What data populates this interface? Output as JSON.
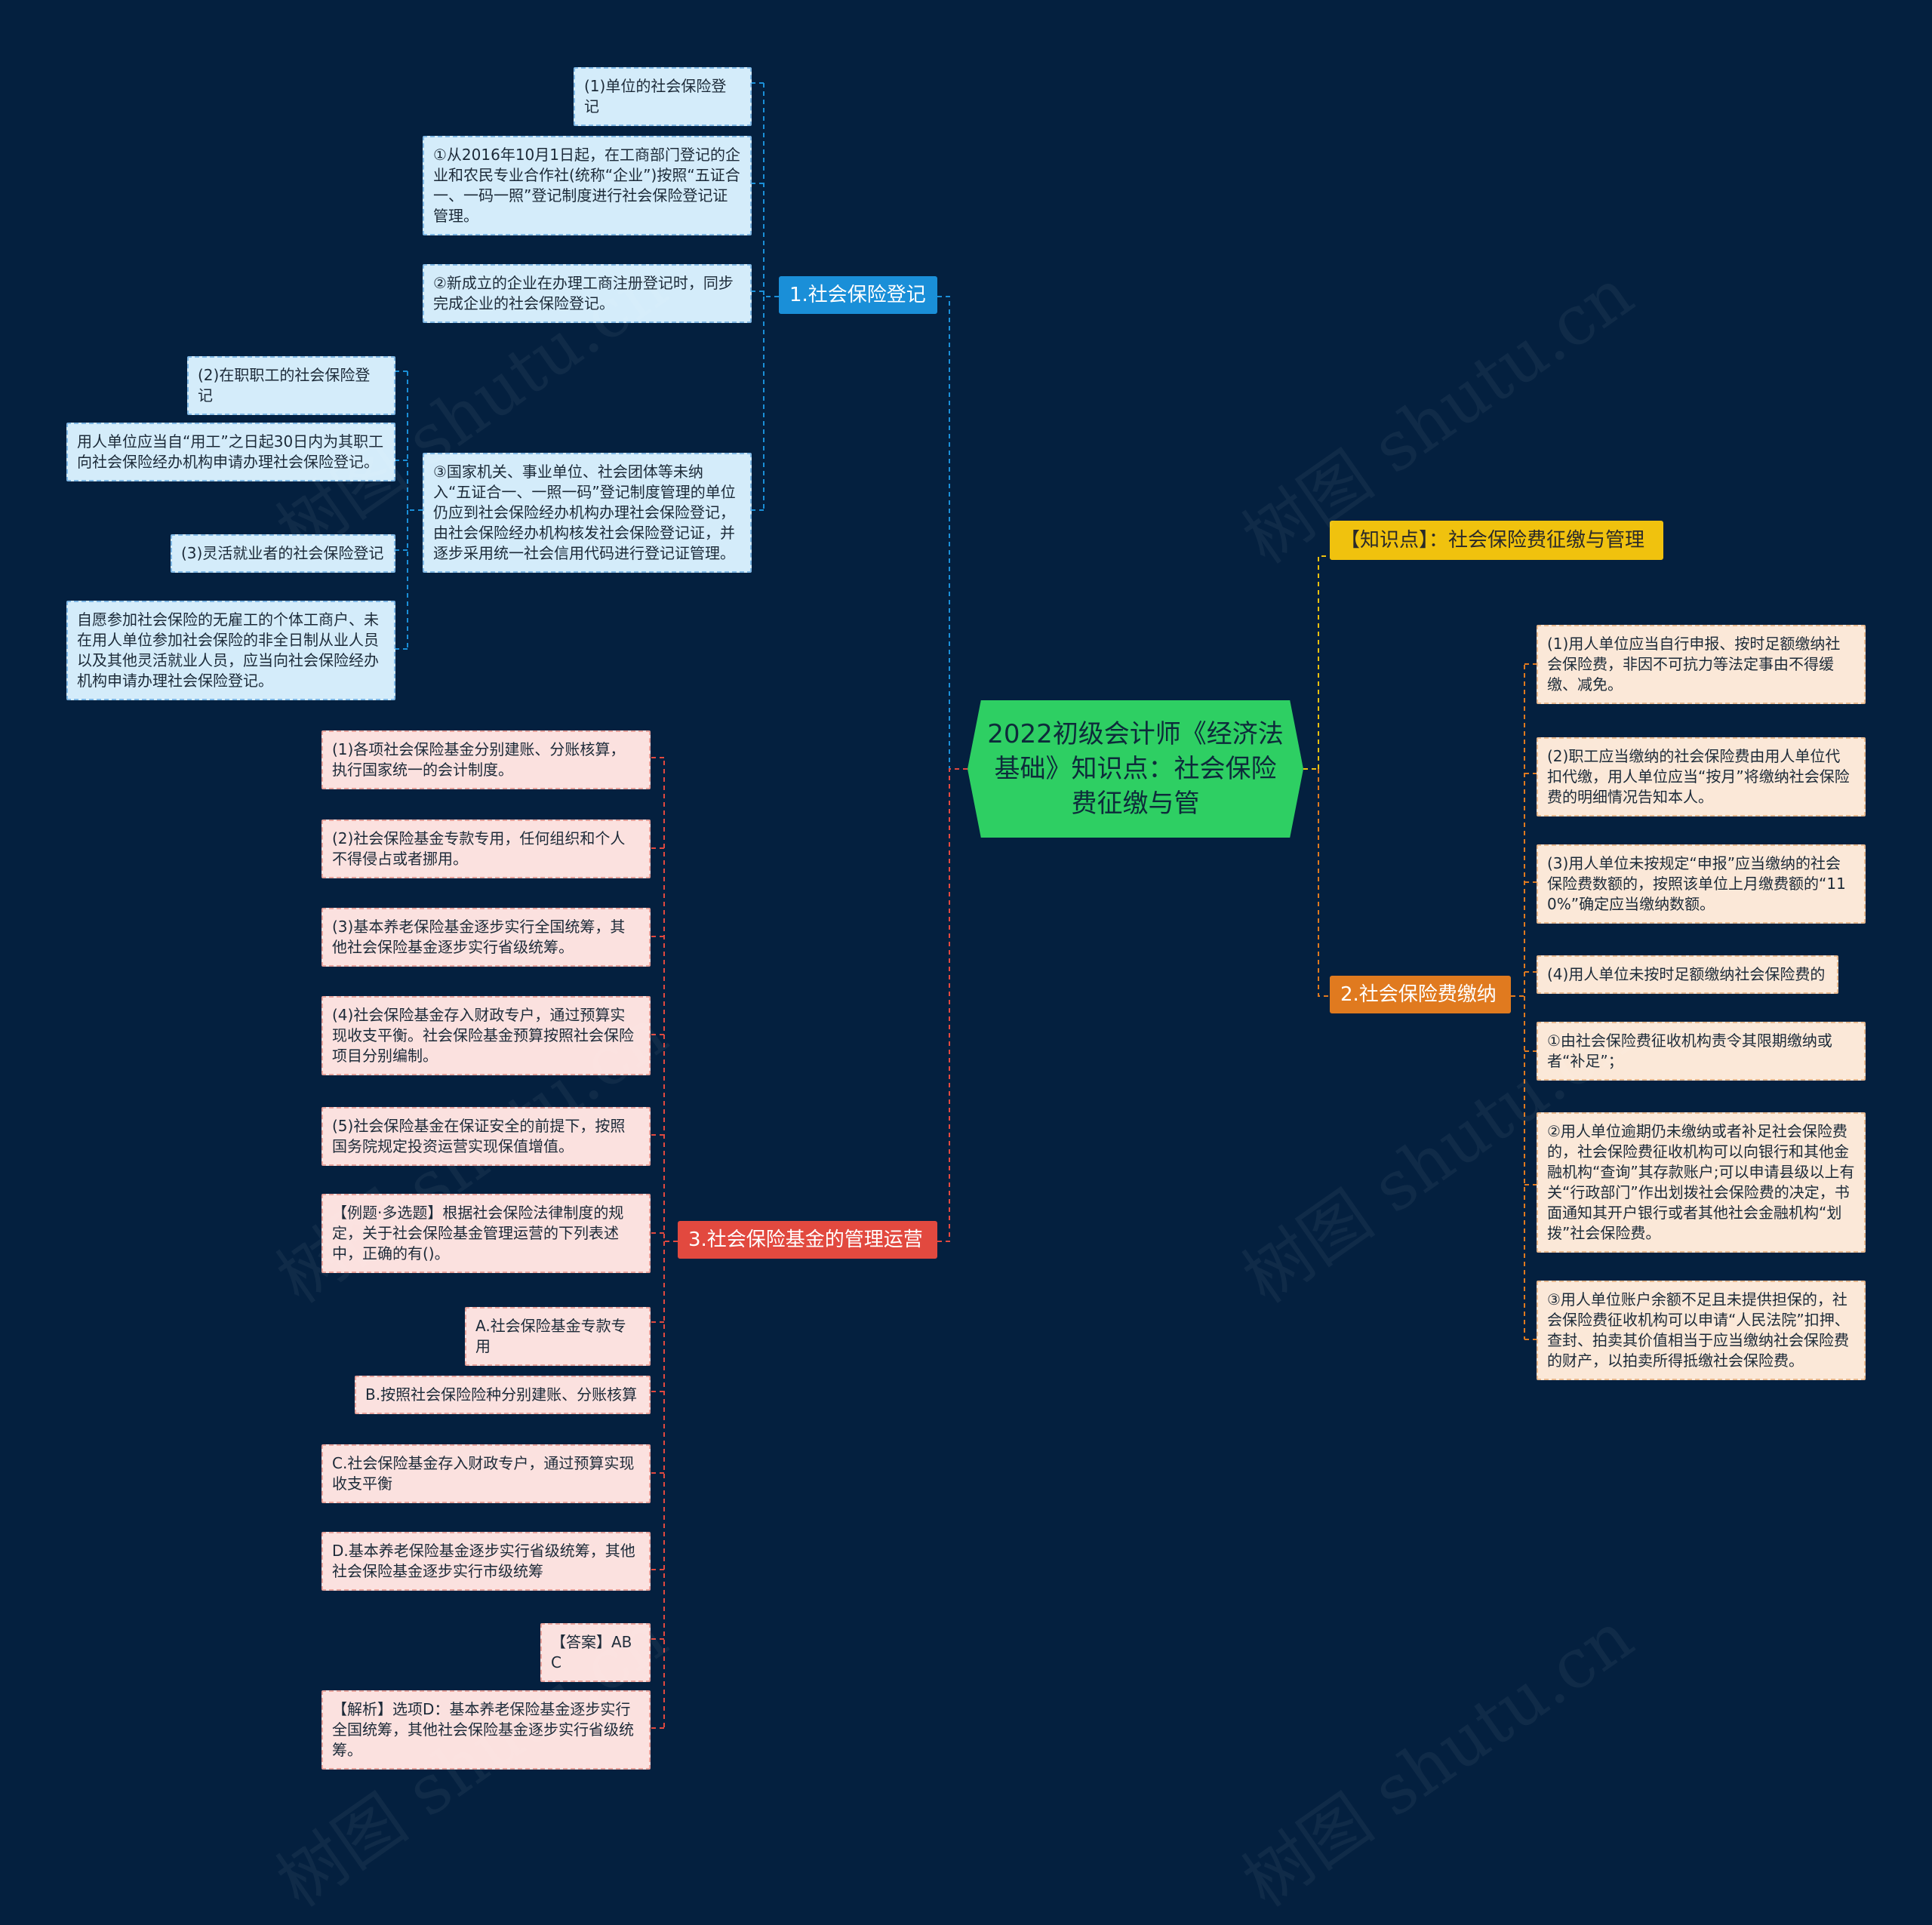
{
  "root": {
    "title": "2022初级会计师《经济法基础》知识点：社会保险费征缴与管"
  },
  "branches": {
    "b1": {
      "label": "1.社会保险登记",
      "color": "#1a8fd8"
    },
    "b2": {
      "label": "2.社会保险费缴纳",
      "color": "#e07a1f"
    },
    "b3": {
      "label": "3.社会保险基金的管理运营",
      "color": "#e2493f"
    },
    "knowledge": {
      "label": "【知识点】：社会保险费征缴与管理",
      "color": "#f0c20e"
    }
  },
  "b1_nodes": {
    "n1": "(1)单位的社会保险登记",
    "n2": "①从2016年10月1日起，在工商部门登记的企业和农民专业合作社(统称“企业”)按照“五证合一、一码一照”登记制度进行社会保险登记证管理。",
    "n3": "②新成立的企业在办理工商注册登记时，同步完成企业的社会保险登记。",
    "n4": "③国家机关、事业单位、社会团体等未纳入“五证合一、一照一码”登记制度管理的单位仍应到社会保险经办机构办理社会保险登记，由社会保险经办机构核发社会保险登记证，并逐步采用统一社会信用代码进行登记证管理。",
    "n5": "(2)在职职工的社会保险登记",
    "n6": "用人单位应当自“用工”之日起30日内为其职工向社会保险经办机构申请办理社会保险登记。",
    "n7": "(3)灵活就业者的社会保险登记",
    "n8": "自愿参加社会保险的无雇工的个体工商户、未在用人单位参加社会保险的非全日制从业人员以及其他灵活就业人员，应当向社会保险经办机构申请办理社会保险登记。"
  },
  "b3_nodes": {
    "n1": "(1)各项社会保险基金分别建账、分账核算，执行国家统一的会计制度。",
    "n2": "(2)社会保险基金专款专用，任何组织和个人不得侵占或者挪用。",
    "n3": "(3)基本养老保险基金逐步实行全国统筹，其他社会保险基金逐步实行省级统筹。",
    "n4": "(4)社会保险基金存入财政专户，通过预算实现收支平衡。社会保险基金预算按照社会保险项目分别编制。",
    "n5": "(5)社会保险基金在保证安全的前提下，按照国务院规定投资运营实现保值增值。",
    "n6": "【例题·多选题】根据社会保险法律制度的规定，关于社会保险基金管理运营的下列表述中，正确的有()。",
    "n7": "A.社会保险基金专款专用",
    "n8": "B.按照社会保险险种分别建账、分账核算",
    "n9": "C.社会保险基金存入财政专户，通过预算实现收支平衡",
    "n10": "D.基本养老保险基金逐步实行省级统筹，其他社会保险基金逐步实行市级统筹",
    "n11": "【答案】ABC",
    "n12": "【解析】选项D：基本养老保险基金逐步实行全国统筹，其他社会保险基金逐步实行省级统筹。"
  },
  "b2_nodes": {
    "n1": "(1)用人单位应当自行申报、按时足额缴纳社会保险费，非因不可抗力等法定事由不得缓缴、减免。",
    "n2": "(2)职工应当缴纳的社会保险费由用人单位代扣代缴，用人单位应当“按月”将缴纳社会保险费的明细情况告知本人。",
    "n3": "(3)用人单位未按规定“申报”应当缴纳的社会保险费数额的，按照该单位上月缴费额的“110%”确定应当缴纳数额。",
    "n4": "(4)用人单位未按时足额缴纳社会保险费的",
    "n5": "①由社会保险费征收机构责令其限期缴纳或者“补足”；",
    "n6": "②用人单位逾期仍未缴纳或者补足社会保险费的，社会保险费征收机构可以向银行和其他金融机构“查询”其存款账户;可以申请县级以上有关“行政部门”作出划拨社会保险费的决定，书面通知其开户银行或者其他社会金融机构“划拨”社会保险费。",
    "n7": "③用人单位账户余额不足且未提供担保的，社会保险费征收机构可以申请“人民法院”扣押、查封、拍卖其价值相当于应当缴纳社会保险费的财产，以拍卖所得抵缴社会保险费。"
  },
  "watermark": "树图 shutu.cn"
}
